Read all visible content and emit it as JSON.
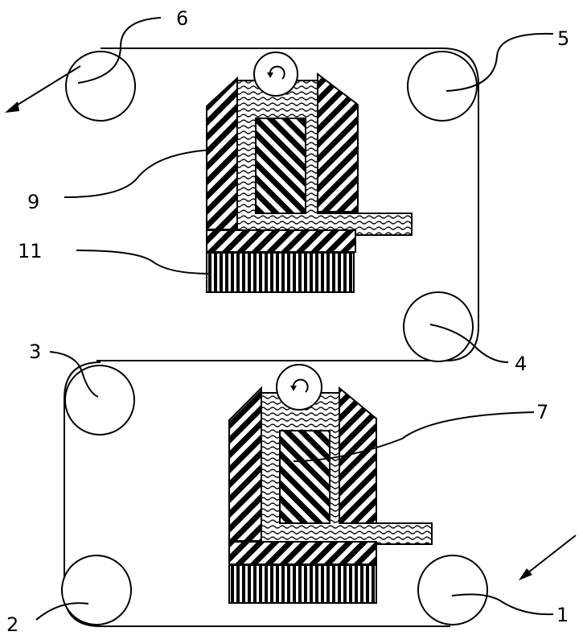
{
  "labels": {
    "l1": "1",
    "l2": "2",
    "l3": "3",
    "l4": "4",
    "l5": "5",
    "l6": "6",
    "l7": "7",
    "l9": "9",
    "l11": "11"
  },
  "colors": {
    "line": "#000000",
    "background": "#ffffff"
  }
}
